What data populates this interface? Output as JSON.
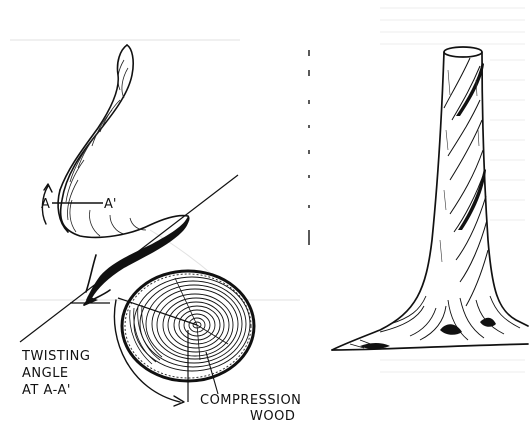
{
  "left_figure": {
    "section_marker_start": "A",
    "section_marker_end": "A'",
    "annotation_angle_line1": "TWISTING",
    "annotation_angle_line2": "ANGLE",
    "annotation_angle_line3": "AT A-A'",
    "annotation_wood_line1": "COMPRESSION",
    "annotation_wood_line2": "WOOD"
  },
  "colors": {
    "ink": "#111111",
    "paper": "#ffffff",
    "faint": "#d6d6d6"
  }
}
